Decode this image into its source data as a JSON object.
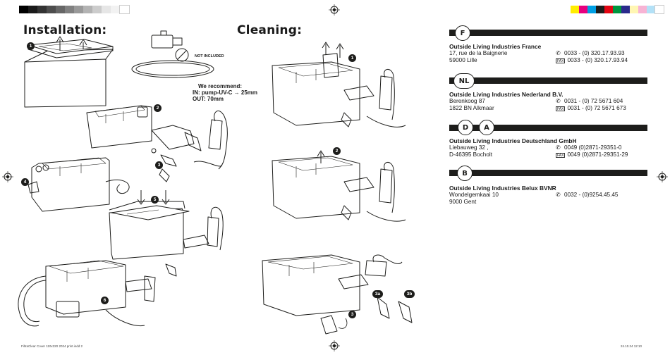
{
  "headings": {
    "installation": "Installation:",
    "cleaning": "Cleaning:"
  },
  "labels": {
    "not_included": "NOT INCLUDED",
    "recommend_title": "We recommend:",
    "recommend_in": "IN:     pump-UV-C → 25mm",
    "recommend_out": "OUT: 70mm"
  },
  "steps": {
    "install": [
      "1",
      "2",
      "3",
      "4",
      "5",
      "6"
    ],
    "clean": [
      "1",
      "2",
      "3",
      "3a",
      "3b"
    ]
  },
  "contacts": [
    {
      "badges": [
        "F"
      ],
      "company": "Outside Living Industries France",
      "address": [
        "17, rue de la Baignerie",
        "59000 Lille"
      ],
      "phone": "0033 - (0) 320.17.93.93",
      "fax": "0033 - (0) 320.17.93.94"
    },
    {
      "badges": [
        "NL"
      ],
      "company": "Outside Living Industries Nederland B.V.",
      "address": [
        "Berenkoog 87",
        "1822 BN  Alkmaar"
      ],
      "phone": "0031 - (0) 72 5671 604",
      "fax": "0031 - (0) 72 5671 673"
    },
    {
      "badges": [
        "D",
        "A"
      ],
      "company": "Outside Living Industries Deutschland GmbH",
      "address": [
        "Liebauweg 32 ,",
        "D-46395  Bocholt"
      ],
      "phone": "0049 (0)2871-29351-0",
      "fax": "0049 (0)2871-29351-29"
    },
    {
      "badges": [
        "B"
      ],
      "company": "Outside Living Industries Belux BVNR",
      "address": [
        "Wondelgemkaai 10",
        "9000 Gent"
      ],
      "phone": "0032 - (0)9254.45.45",
      "fax": ""
    }
  ],
  "fax_label": "FAX",
  "footer": {
    "left": "FiltraClear Cover 110x220 2024 print.indd  2",
    "right": "24.10.24   12:10"
  },
  "colors": {
    "ink": "#1d1d1b",
    "print_greys": [
      "#000000",
      "#1a1a1a",
      "#333333",
      "#4d4d4d",
      "#666666",
      "#808080",
      "#999999",
      "#b3b3b3",
      "#cccccc",
      "#e6e6e6",
      "#f2f2f2",
      "#ffffff"
    ],
    "print_colors": [
      "#ffed00",
      "#e6007e",
      "#009fe3",
      "#1d1d1b",
      "#e30613",
      "#00963f",
      "#2a2a8c",
      "#fff6b3",
      "#f7b3d4",
      "#b3e1f7",
      "#ffffff"
    ]
  }
}
